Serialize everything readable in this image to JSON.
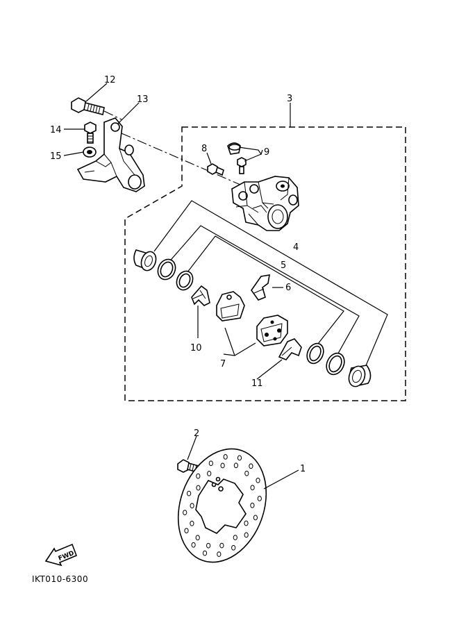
{
  "diagram": {
    "code": "IKT010-6300",
    "fwd_label": "FWD",
    "callouts": [
      {
        "id": "c1",
        "label": "1"
      },
      {
        "id": "c2",
        "label": "2"
      },
      {
        "id": "c3",
        "label": "3"
      },
      {
        "id": "c4",
        "label": "4"
      },
      {
        "id": "c5",
        "label": "5"
      },
      {
        "id": "c6",
        "label": "6"
      },
      {
        "id": "c7",
        "label": "7"
      },
      {
        "id": "c8",
        "label": "8"
      },
      {
        "id": "c9",
        "label": "9"
      },
      {
        "id": "c10",
        "label": "10"
      },
      {
        "id": "c11",
        "label": "11"
      },
      {
        "id": "c12",
        "label": "12"
      },
      {
        "id": "c13",
        "label": "13"
      },
      {
        "id": "c14",
        "label": "14"
      },
      {
        "id": "c15",
        "label": "15"
      }
    ]
  }
}
